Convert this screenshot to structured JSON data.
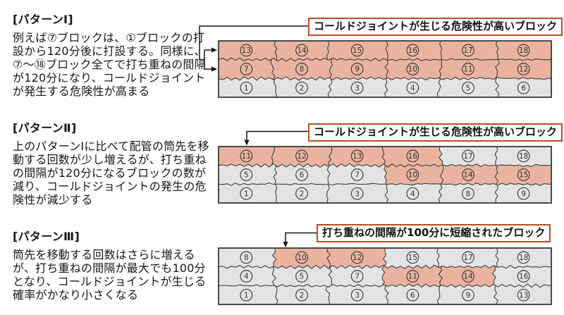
{
  "colors": {
    "risk_fill": "#eab3a0",
    "normal_fill": "#e3e3e5",
    "boundary_line": "#3f3f3f",
    "strip_border": "#4a4a4a",
    "callout_border": "#b94d22",
    "arrow": "#151515",
    "number_ink": "#333333"
  },
  "sections": [
    {
      "heading": "[パターンⅠ]",
      "body": "例えば⑦ブロックは、①ブロックの打設から120分後に打設する。同様に、⑦〜⑱ブロック全てで打ち重ねの間隔が120分になり、コールドジョイントが発生する危険性が高まる",
      "callout": "コールドジョイントが生じる危険性が高いブロック",
      "rows": [
        {
          "blocks": [
            {
              "n": "13",
              "risk": true
            },
            {
              "n": "14",
              "risk": true
            },
            {
              "n": "15",
              "risk": true
            },
            {
              "n": "16",
              "risk": true
            },
            {
              "n": "17",
              "risk": true
            },
            {
              "n": "18",
              "risk": true
            }
          ]
        },
        {
          "blocks": [
            {
              "n": "7",
              "risk": true
            },
            {
              "n": "8",
              "risk": true
            },
            {
              "n": "9",
              "risk": true
            },
            {
              "n": "10",
              "risk": true
            },
            {
              "n": "11",
              "risk": true
            },
            {
              "n": "12",
              "risk": true
            }
          ]
        },
        {
          "blocks": [
            {
              "n": "1",
              "risk": false
            },
            {
              "n": "2",
              "risk": false
            },
            {
              "n": "3",
              "risk": false
            },
            {
              "n": "4",
              "risk": false
            },
            {
              "n": "5",
              "risk": false
            },
            {
              "n": "6",
              "risk": false
            }
          ]
        }
      ]
    },
    {
      "heading": "[パターンⅡ]",
      "body": "上のパターンⅠに比べて配管の筒先を移動する回数が少し増えるが、打ち重ねの間隔が120分になるブロックの数が減り、コールドジョイントの発生の危険性が減少する",
      "callout": "コールドジョイントが生じる危険性が高いブロック",
      "rows": [
        {
          "blocks": [
            {
              "n": "11",
              "risk": true
            },
            {
              "n": "12",
              "risk": true
            },
            {
              "n": "13",
              "risk": true
            },
            {
              "n": "16",
              "risk": true
            },
            {
              "n": "17",
              "risk": false
            },
            {
              "n": "18",
              "risk": false
            }
          ]
        },
        {
          "blocks": [
            {
              "n": "5",
              "risk": false
            },
            {
              "n": "6",
              "risk": false
            },
            {
              "n": "7",
              "risk": false
            },
            {
              "n": "10",
              "risk": true
            },
            {
              "n": "14",
              "risk": true
            },
            {
              "n": "15",
              "risk": true
            }
          ]
        },
        {
          "blocks": [
            {
              "n": "1",
              "risk": false
            },
            {
              "n": "2",
              "risk": false
            },
            {
              "n": "3",
              "risk": false
            },
            {
              "n": "4",
              "risk": false
            },
            {
              "n": "8",
              "risk": false
            },
            {
              "n": "9",
              "risk": false
            }
          ]
        }
      ]
    },
    {
      "heading": "[パターンⅢ]",
      "body": "筒先を移動する回数はさらに増えるが、打ち重ねの間隔が最大でも100分となり、コールドジョイントが生じる確率がかなり小さくなる",
      "callout": "打ち重ねの間隔が100分に短縮されたブロック",
      "rows": [
        {
          "blocks": [
            {
              "n": "8",
              "risk": false
            },
            {
              "n": "10",
              "risk": true
            },
            {
              "n": "12",
              "risk": true
            },
            {
              "n": "15",
              "risk": false
            },
            {
              "n": "17",
              "risk": false
            },
            {
              "n": "18",
              "risk": false
            }
          ]
        },
        {
          "blocks": [
            {
              "n": "4",
              "risk": false
            },
            {
              "n": "5",
              "risk": false
            },
            {
              "n": "7",
              "risk": false
            },
            {
              "n": "11",
              "risk": true
            },
            {
              "n": "14",
              "risk": true
            },
            {
              "n": "16",
              "risk": false
            }
          ]
        },
        {
          "blocks": [
            {
              "n": "1",
              "risk": false
            },
            {
              "n": "2",
              "risk": false
            },
            {
              "n": "3",
              "risk": false
            },
            {
              "n": "6",
              "risk": false
            },
            {
              "n": "9",
              "risk": false
            },
            {
              "n": "13",
              "risk": false
            }
          ]
        }
      ]
    }
  ]
}
